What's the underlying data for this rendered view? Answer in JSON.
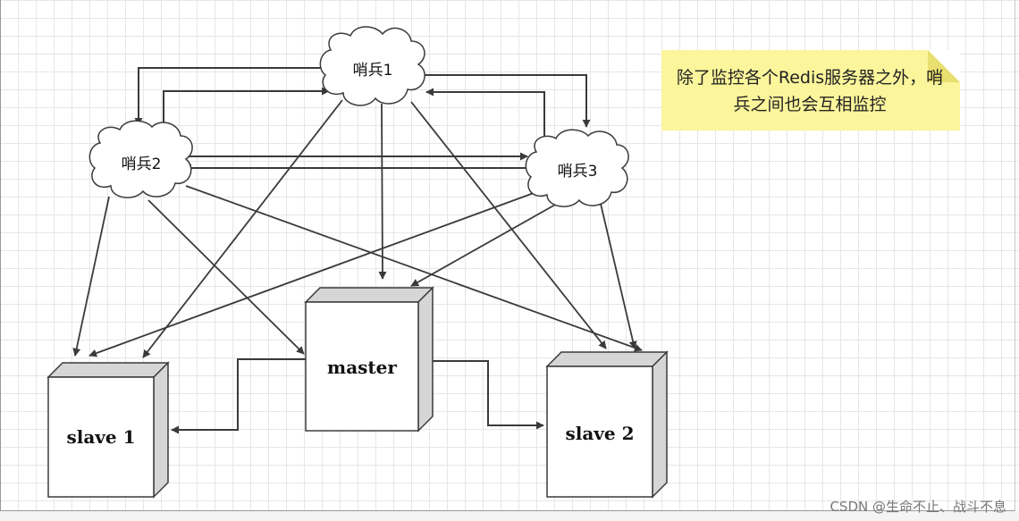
{
  "note": {
    "text": "除了监控各个Redis服务器之外，哨兵之间也会互相监控"
  },
  "sentinels": [
    {
      "id": "s1",
      "label": "哨兵1"
    },
    {
      "id": "s2",
      "label": "哨兵2"
    },
    {
      "id": "s3",
      "label": "哨兵3"
    }
  ],
  "servers": {
    "master": "master",
    "slave1": "slave 1",
    "slave2": "slave 2"
  },
  "colors": {
    "line": "#3a3a3a",
    "box_front": "#ffffff",
    "box_side": "#d6d6d6",
    "note": "#fbf59b"
  },
  "watermark": "CSDN @生命不止、战斗不息"
}
